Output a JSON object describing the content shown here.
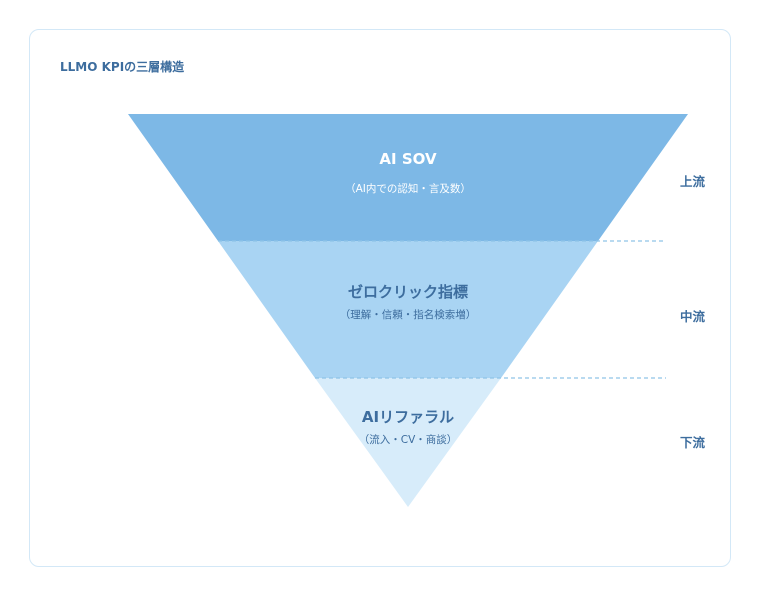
{
  "title": "LLMO KPIの三層構造",
  "layers": [
    {
      "name": "AI SOV",
      "detail": "（AI内での認知・言及数）",
      "stage": "上流",
      "color": "#7db8e6"
    },
    {
      "name": "ゼロクリック指標",
      "detail": "（理解・信頼・指名検索増）",
      "stage": "中流",
      "color": "#a9d4f3"
    },
    {
      "name": "AIリファラル",
      "detail": "（流入・CV・商談）",
      "stage": "下流",
      "color": "#d7ecfa"
    }
  ]
}
